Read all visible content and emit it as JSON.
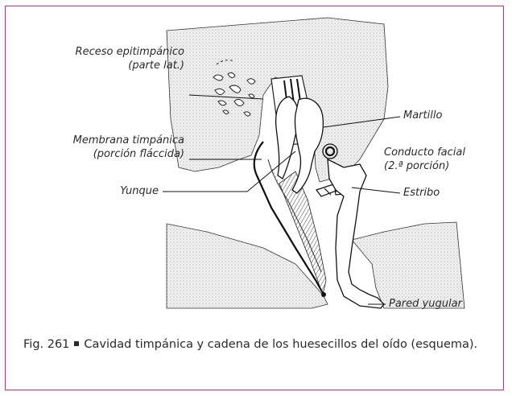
{
  "figure": {
    "labels": {
      "receso_line1": "Receso epitimpánico",
      "receso_line2": "(parte lat.)",
      "membrana_line1": "Membrana timpánica",
      "membrana_line2": "(porción fláccida)",
      "yunque": "Yunque",
      "martillo": "Martillo",
      "conducto_line1": "Conducto facial",
      "conducto_line2": "(2.ª porción)",
      "estribo": "Estribo",
      "pared": "Pared yugular"
    },
    "caption": {
      "number": "Fig. 261",
      "text": "Cavidad timpánica y cadena de los huesecillos del oído (esquema)."
    }
  },
  "colors": {
    "frame": "#d8257d",
    "ink": "#2a2a2a",
    "stipple": "#d9d9d9"
  }
}
